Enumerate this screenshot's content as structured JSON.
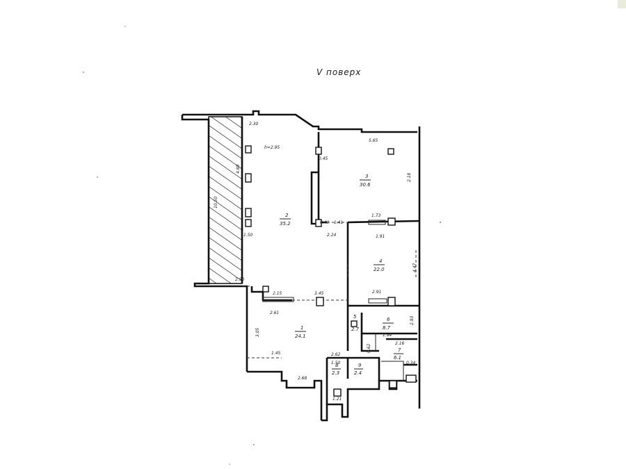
{
  "title": "V поверх",
  "corner_color": "#e8ecd8",
  "rooms": [
    {
      "id": "room-1",
      "number": "1",
      "area": "24.1"
    },
    {
      "id": "room-2",
      "number": "2",
      "area": "35.2"
    },
    {
      "id": "room-3",
      "number": "3",
      "area": "30.6"
    },
    {
      "id": "room-4",
      "number": "4",
      "area": "22.0"
    },
    {
      "id": "room-5",
      "number": "5",
      "area": "2.7"
    },
    {
      "id": "room-6",
      "number": "6",
      "area": "8.7"
    },
    {
      "id": "room-7",
      "number": "7",
      "area": "6.1"
    },
    {
      "id": "room-8",
      "number": "8",
      "area": "2.3"
    },
    {
      "id": "room-9",
      "number": "9",
      "area": "2.4"
    }
  ],
  "dimensions": {
    "top_left": "2.30",
    "height_label": "h=2.95",
    "top_right": "5.65",
    "left_long": "10.50",
    "left_inner": "4.80",
    "left_lower": "2.90",
    "left_mid": "1.50",
    "mid_a": "0.40",
    "mid_b": "2.24",
    "mid_c": "1.41",
    "right_top_side": "2.18",
    "right_inner": "0.45",
    "right_window": "1.73",
    "room4_top": "1.91",
    "room4_bottom": "2.91",
    "room4_side": "4.47",
    "corridor_a": "2.15",
    "corridor_b": "3.45",
    "hall_top": "2.61",
    "hall_side": "3.05",
    "hall_bottom_a": "1.45",
    "hall_bottom_b": "2.68",
    "hall_bottom_c": "2.62",
    "room6_width": "1.94",
    "room6_side": "2.93",
    "room7_top": "2.16",
    "room7_side": "0.34",
    "room8_label": "1.50",
    "small_a": "0.62",
    "stair": "1.21"
  }
}
